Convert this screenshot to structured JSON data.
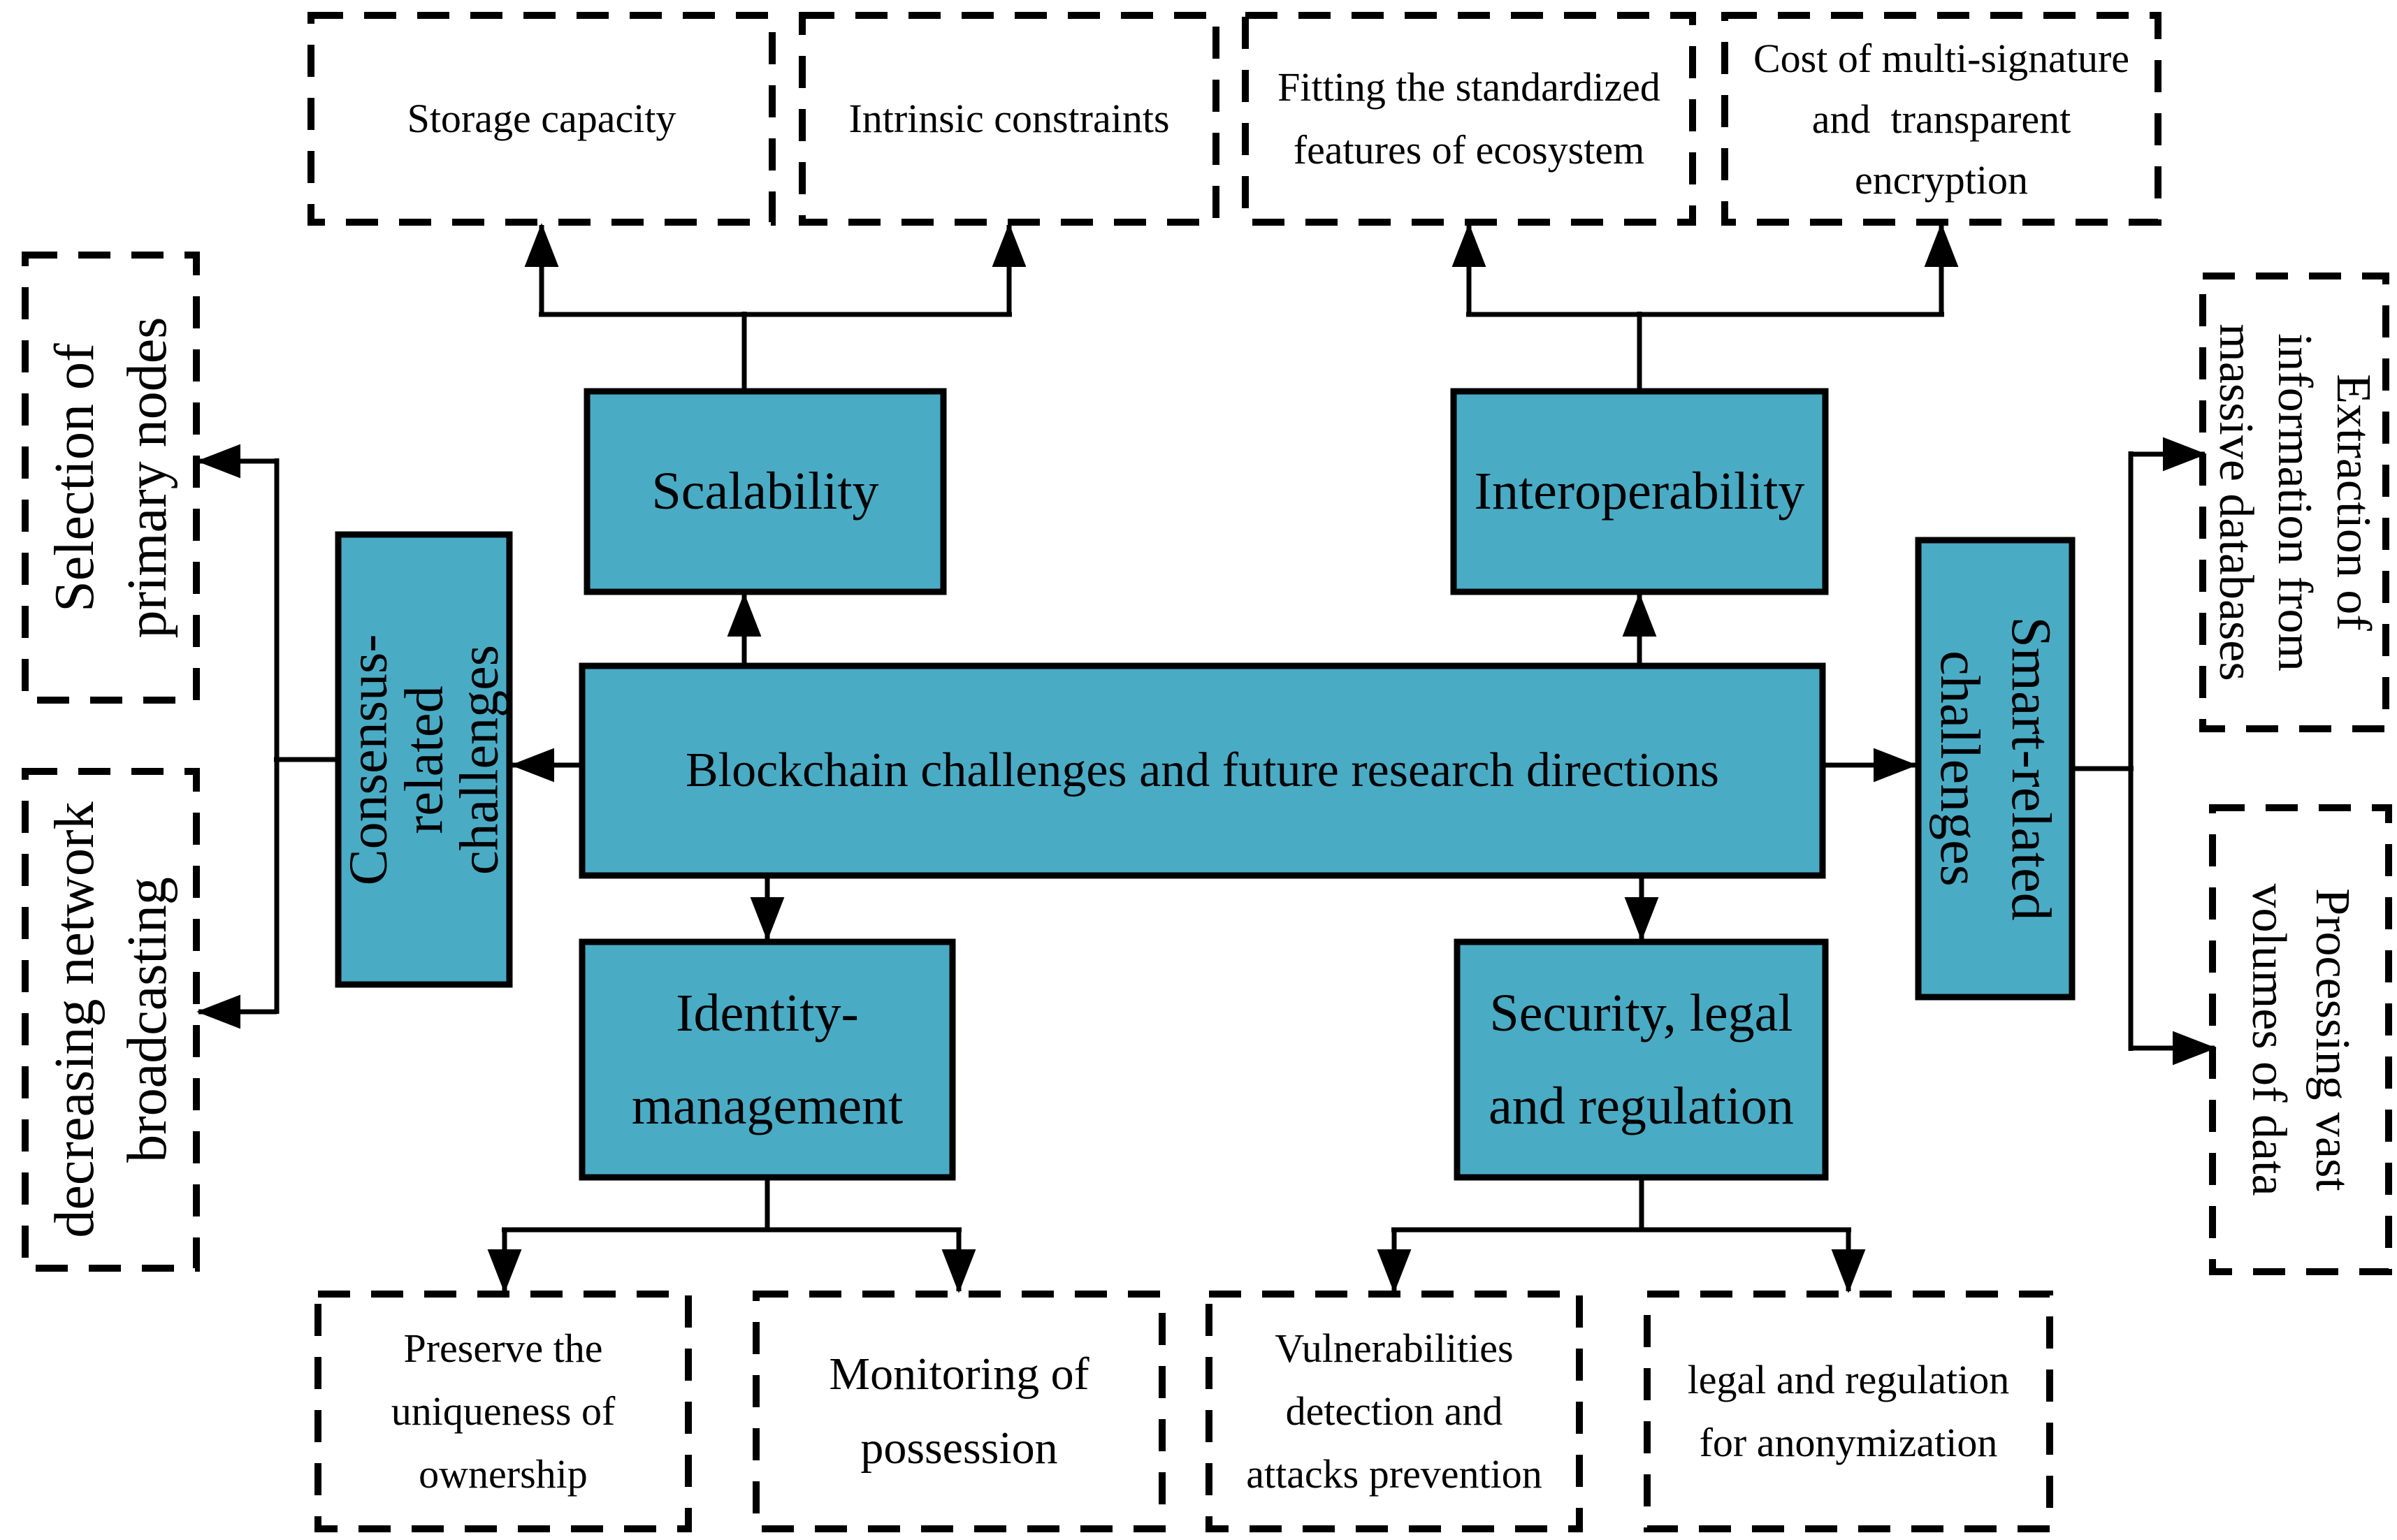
{
  "colors": {
    "box_fill": "#4AABC5",
    "line": "#000000",
    "background": "#FFFFFF"
  },
  "nodes": {
    "center": "Blockchain challenges and future research directions",
    "scalability": "Scalability",
    "interoperability": "Interoperability",
    "identity": "Identity-\nmanagement",
    "security": "Security, legal\nand regulation",
    "consensus": "Consensus-\nrelated\nchallenges",
    "smart": "Smart-related\nchallenges",
    "storage": "Storage capacity",
    "intrinsic": "Intrinsic constraints",
    "fitting": "Fitting the standardized\nfeatures of ecosystem",
    "cost": "Cost of multi-signature\nand  transparent\nencryption",
    "selection": "Selection of\nprimary nodes",
    "decreasing": "decreasing network\nbroadcasting",
    "extraction": "Extraction of\ninformation from\nmassive databases",
    "processing": "Processing vast\nvolumes of data",
    "preserve": "Preserve the\nuniqueness of\nownership",
    "monitoring": "Monitoring of\npossession",
    "vulnerabilities": "Vulnerabilities\ndetection and\nattacks prevention",
    "legal": "legal and regulation\nfor anonymization"
  }
}
